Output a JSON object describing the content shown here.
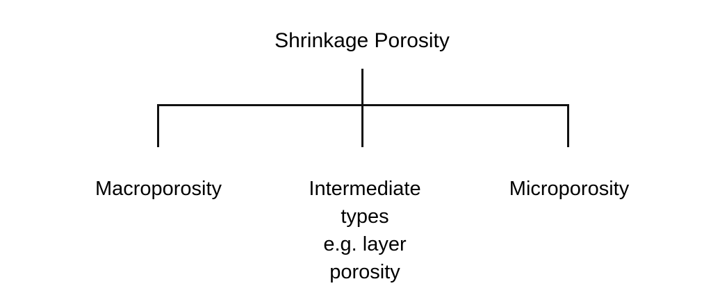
{
  "diagram": {
    "type": "tree",
    "orientation": "top-down",
    "background_color": "#ffffff",
    "line_color": "#111111",
    "text_color": "#000000",
    "root": {
      "label": "Shrinkage Porosity"
    },
    "branches": [
      {
        "name": "macroporosity",
        "lines": [
          "Macroporosity"
        ]
      },
      {
        "name": "intermediate-types",
        "lines": [
          "Intermediate",
          "types",
          "e.g. layer",
          "porosity"
        ]
      },
      {
        "name": "microporosity",
        "lines": [
          "Microporosity"
        ]
      }
    ]
  }
}
